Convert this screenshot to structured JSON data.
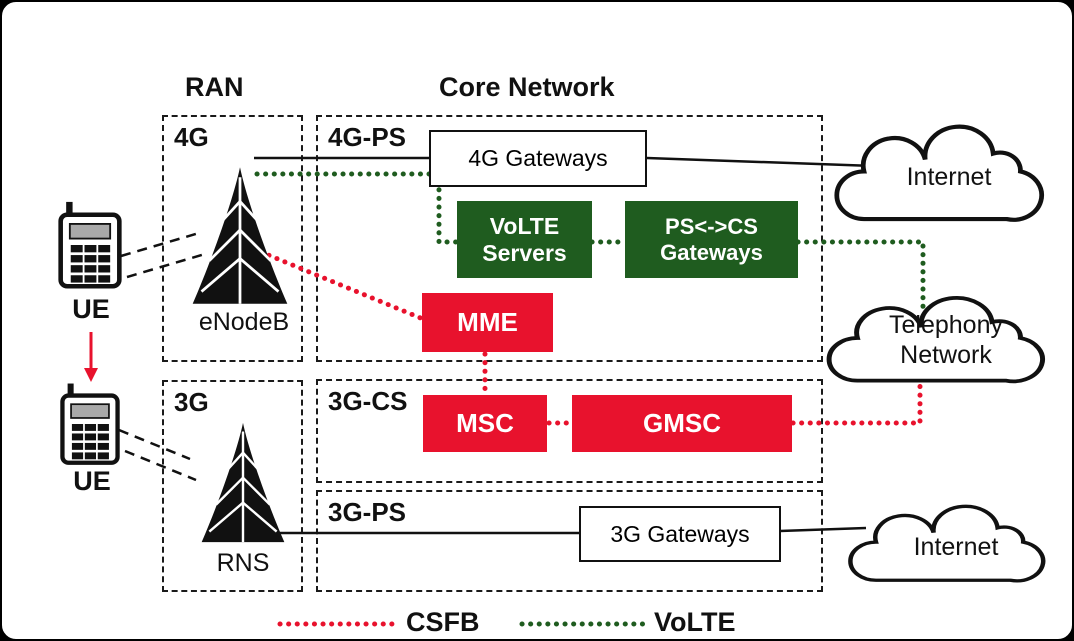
{
  "headers": {
    "ran": "RAN",
    "core": "Core Network"
  },
  "regions": {
    "ran4g": {
      "label": "4G"
    },
    "ran3g": {
      "label": "3G"
    },
    "core4gps": {
      "label": "4G-PS"
    },
    "core3gcs": {
      "label": "3G-CS"
    },
    "core3gps": {
      "label": "3G-PS"
    }
  },
  "nodes": {
    "gw4g": {
      "label": "4G Gateways",
      "color": "#ffffff"
    },
    "volte": {
      "label": "VoLTE Servers",
      "color": "#1f5c1f"
    },
    "pscs": {
      "label": "PS<->CS Gateways",
      "color": "#1f5c1f"
    },
    "mme": {
      "label": "MME",
      "color": "#e8122d"
    },
    "msc": {
      "label": "MSC",
      "color": "#e8122d"
    },
    "gmsc": {
      "label": "GMSC",
      "color": "#e8122d"
    },
    "gw3g": {
      "label": "3G Gateways",
      "color": "#ffffff"
    }
  },
  "ran": {
    "enodeb_label": "eNodeB",
    "rns_label": "RNS"
  },
  "ue": {
    "top_label": "UE",
    "bottom_label": "UE"
  },
  "clouds": {
    "internet_top": {
      "label": "Internet"
    },
    "telephony": {
      "label": "Telephony Network"
    },
    "internet_bottom": {
      "label": "Internet"
    }
  },
  "legend": {
    "csfb": {
      "label": "CSFB",
      "color": "#e8122d"
    },
    "volte": {
      "label": "VoLTE",
      "color": "#1f5c1f"
    }
  }
}
